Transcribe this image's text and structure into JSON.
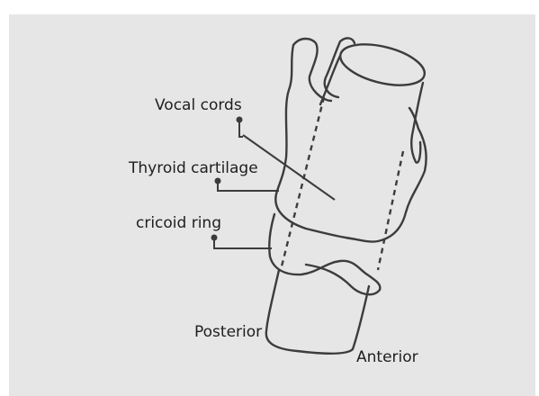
{
  "labels": {
    "vocal_cords": "Vocal cords",
    "thyroid_cartilage": "Thyroid cartilage",
    "cricoid_ring": "cricoid ring",
    "posterior": "Posterior",
    "anterior": "Anterior"
  },
  "colors": {
    "background": "#e6e6e6",
    "line": "#3c3c3c",
    "text": "#1e1e1e"
  }
}
